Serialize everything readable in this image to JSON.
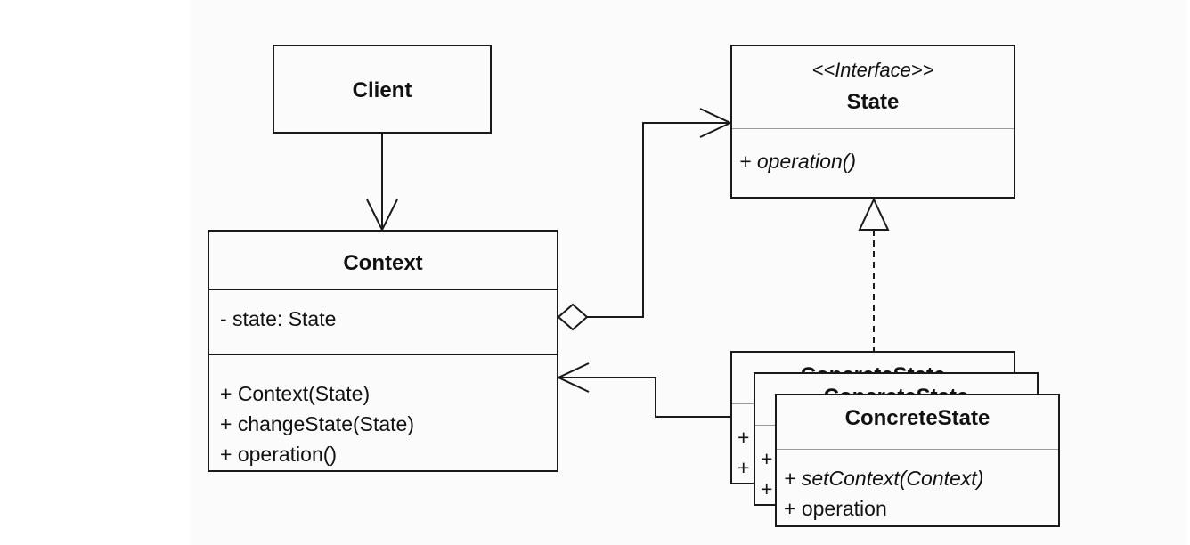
{
  "client": {
    "title": "Client"
  },
  "state": {
    "stereotype": "<<Interface>>",
    "title": "State",
    "operations": [
      "+ operation()"
    ]
  },
  "context": {
    "title": "Context",
    "attributes": [
      "- state: State"
    ],
    "operations": [
      "+ Context(State)",
      "+ changeState(State)",
      "+ operation()"
    ]
  },
  "concrete_states": {
    "title": "ConcreteState",
    "operations": [
      "+ setContext(Context)",
      "+ operation"
    ],
    "hidden_prefix": "+"
  }
}
